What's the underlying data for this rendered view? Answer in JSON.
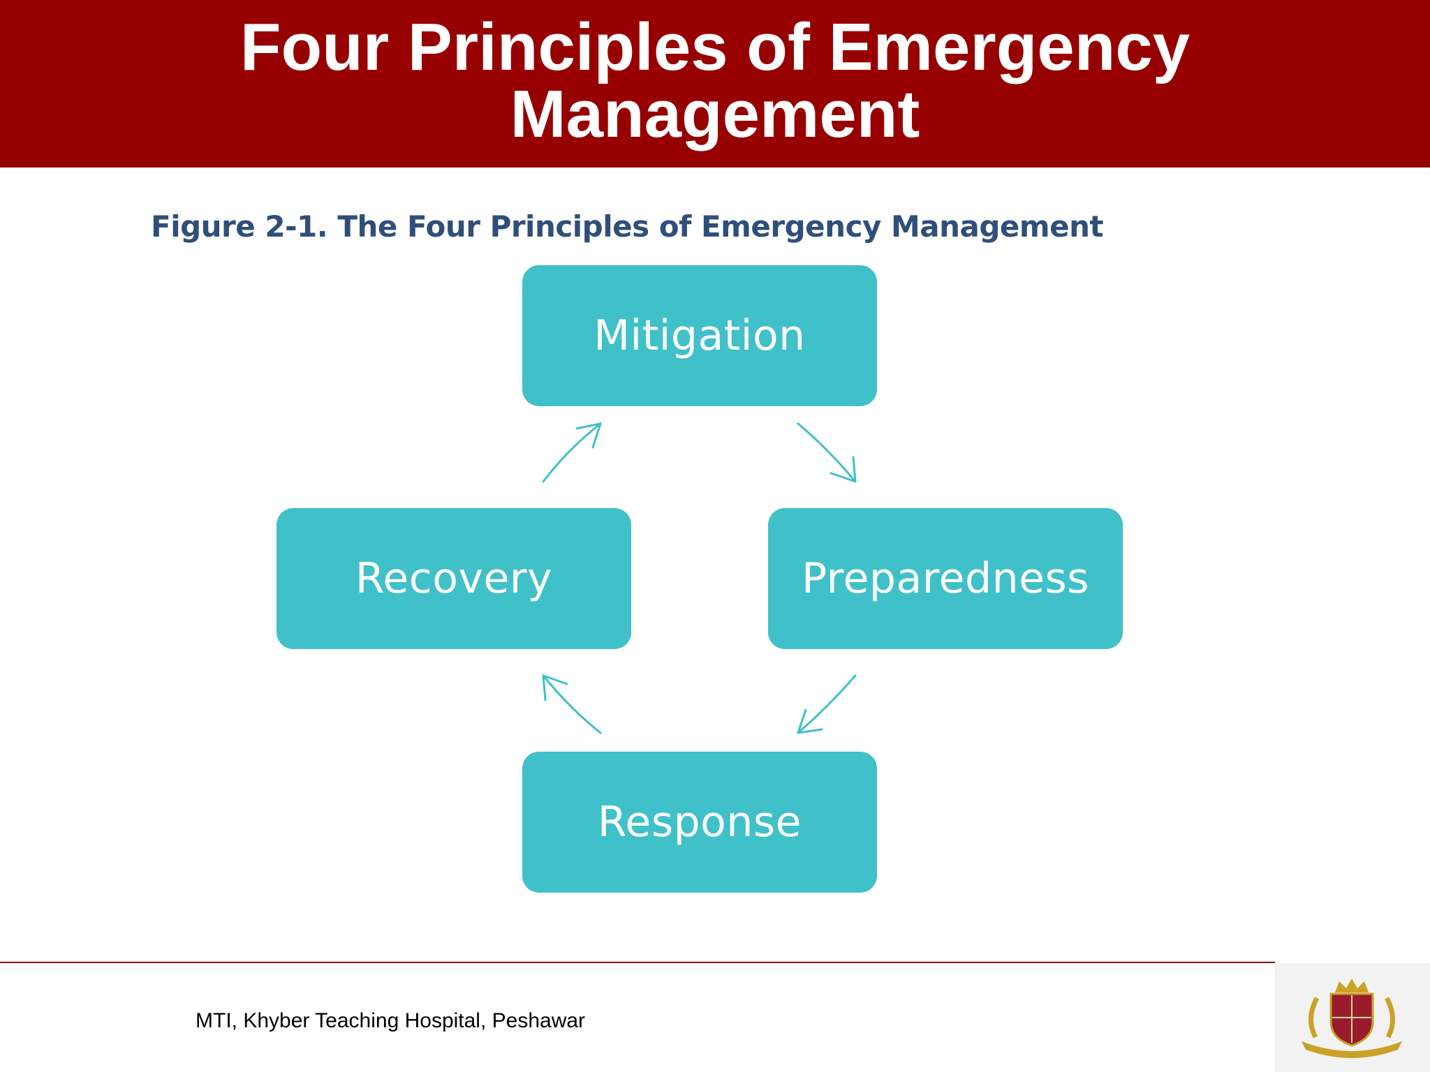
{
  "header": {
    "title": "Four Principles of Emergency Management"
  },
  "figure": {
    "caption": "Figure 2-1. The Four Principles of Emergency Management",
    "nodes": {
      "mitigation": "Mitigation",
      "preparedness": "Preparedness",
      "response": "Response",
      "recovery": "Recovery"
    },
    "colors": {
      "box": "#40c0c8",
      "arrow": "#40c0c8",
      "caption": "#2f4f7a"
    }
  },
  "footer": {
    "text": "MTI, Khyber Teaching Hospital, Peshawar",
    "logo_icon": "hospital-crest-icon"
  },
  "colors": {
    "header_bg": "#960000",
    "footer_line": "#8a1010"
  }
}
